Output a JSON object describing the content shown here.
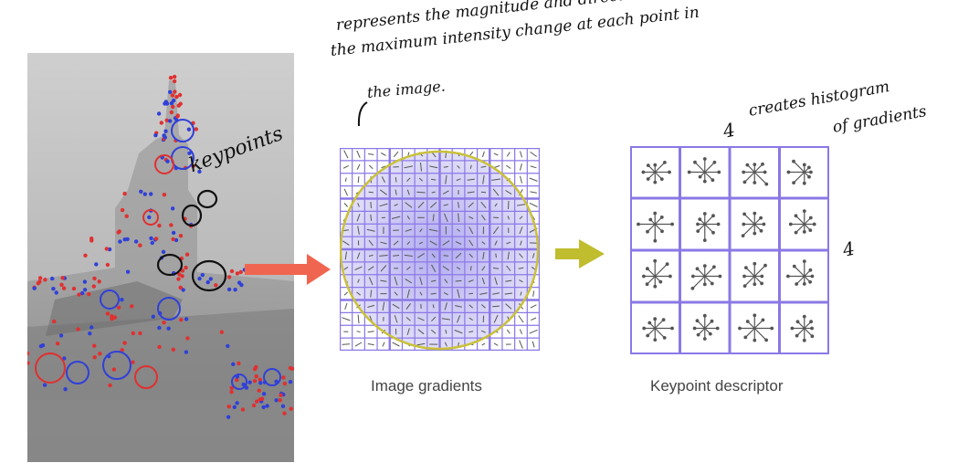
{
  "captions": {
    "gradients": "Image gradients",
    "descriptor": "Keypoint descriptor"
  },
  "annotations": {
    "gradient_note_line1": "represents the magnitude and direction of",
    "gradient_note_line2": "the maximum intensity change at each point in",
    "gradient_note_line3": "the image.",
    "descriptor_note_line1": "creates histogram",
    "descriptor_note_line2": "of gradients",
    "keypoints_label": "keypoints",
    "grid_dim_top": "4",
    "grid_dim_side": "4"
  },
  "colors": {
    "grid": "#8b78e6",
    "circle_fill": "#c8c4f0",
    "circle_outline": "#c9c13a",
    "arrow_red": "#f0654f",
    "arrow_olive": "#c0bd2e",
    "keypoint_blue": "#3040d8",
    "keypoint_red": "#e03030"
  }
}
